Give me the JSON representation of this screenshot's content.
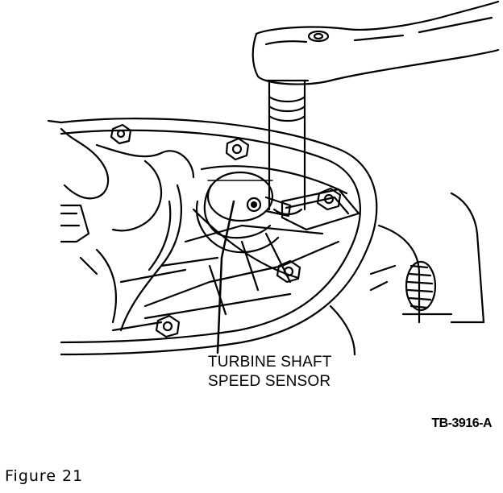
{
  "callout": {
    "line1": "TURBINE SHAFT",
    "line2": "SPEED SENSOR"
  },
  "reference_code": "TB-3916-A",
  "caption": "Figure 21",
  "colors": {
    "ink": "#000000",
    "paper": "#ffffff"
  }
}
